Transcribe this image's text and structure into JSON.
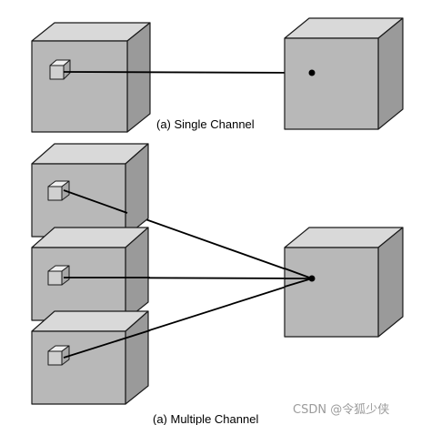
{
  "diagram": {
    "captions": {
      "single": "(a) Single Channel",
      "multiple": "(a) Multiple Channel"
    },
    "watermark": "CSDN @令狐少侠",
    "colors": {
      "front": "#b8b8b8",
      "top": "#d9d9d9",
      "side": "#9a9a9a",
      "edge": "#1a1a1a",
      "line": "#000000",
      "small_front": "#d0d0d0",
      "small_top": "#f0f0f0",
      "small_side": "#a8a8a8"
    }
  }
}
